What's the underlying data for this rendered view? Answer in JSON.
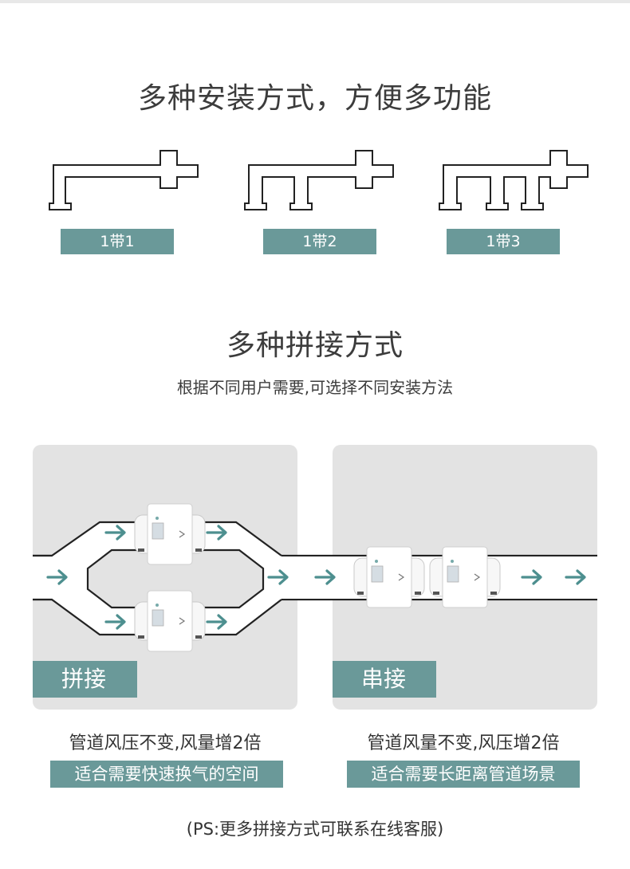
{
  "section1": {
    "title": "多种安装方式，方便多功能",
    "options": [
      {
        "label": "1带1"
      },
      {
        "label": "1带2"
      },
      {
        "label": "1带3"
      }
    ]
  },
  "section2": {
    "title": "多种拼接方式",
    "subtitle": "根据不同用户需要,可选择不同安装方法",
    "modes": [
      {
        "name": "拼接",
        "description": "管道风压不变,风量增2倍",
        "note": "适合需要快速换气的空间"
      },
      {
        "name": "串接",
        "description": "管道风量不变,风压增2倍",
        "note": "适合需要长距离管道场景"
      }
    ]
  },
  "footer": {
    "note": "(PS:更多拼接方式可联系在线客服)"
  },
  "colors": {
    "accent": "#6a9999",
    "arrow": "#4d8f8f",
    "panel": "#e3e3e3",
    "duct_outline": "#222222"
  }
}
